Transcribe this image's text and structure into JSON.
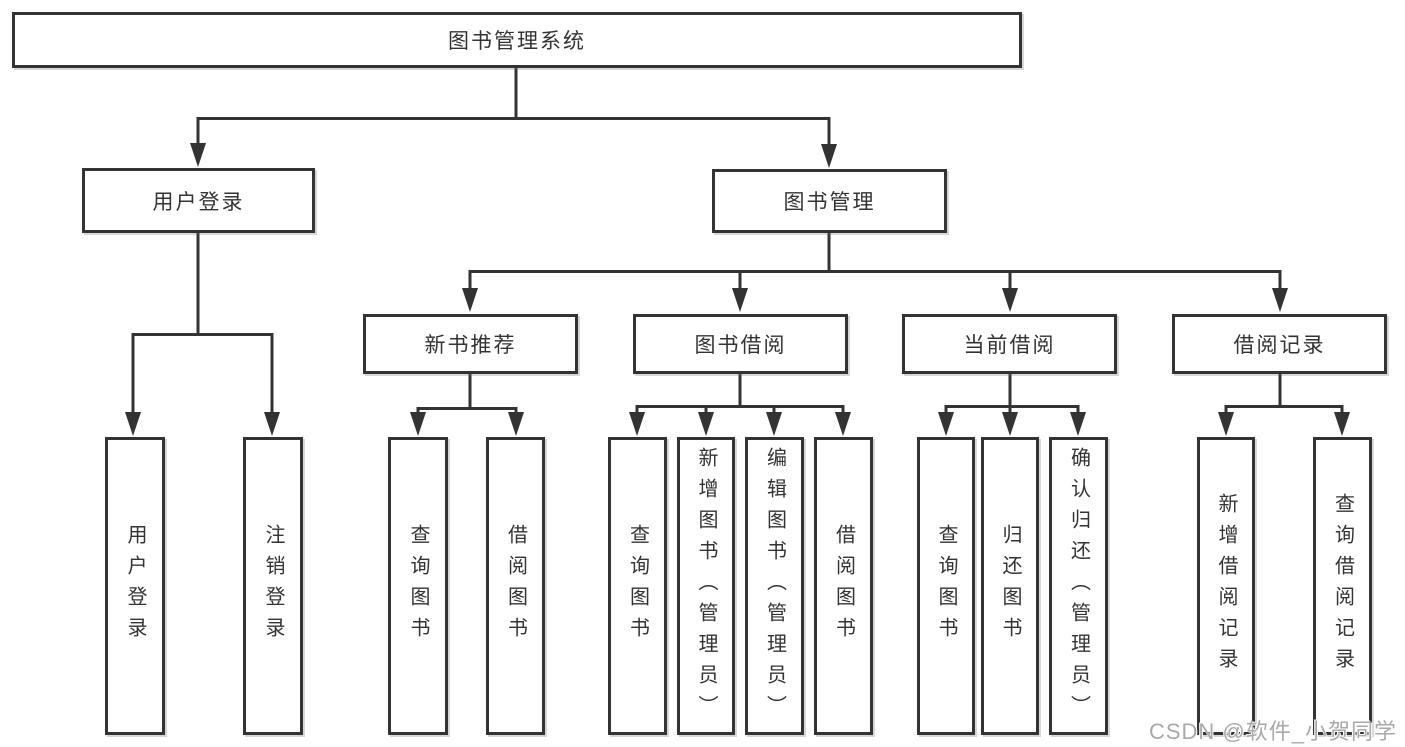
{
  "nodes": {
    "root": "图书管理系统",
    "user_login": "用户登录",
    "book_mgmt": "图书管理",
    "new_book_rec": "新书推荐",
    "book_borrow": "图书借阅",
    "current_borrow": "当前借阅",
    "borrow_record": "借阅记录",
    "leaf_user_login": "用户登录",
    "leaf_logout": "注销登录",
    "leaf_rec_query_book": "查询图书",
    "leaf_rec_borrow_book": "借阅图书",
    "leaf_bb_query_book": "查询图书",
    "leaf_bb_add_book": "新增图书（管理员）",
    "leaf_bb_edit_book": "编辑图书（管理员）",
    "leaf_bb_borrow_book": "借阅图书",
    "leaf_cb_query_book": "查询图书",
    "leaf_cb_return_book": "归还图书",
    "leaf_cb_confirm_return": "确认归还（管理员）",
    "leaf_br_add_record": "新增借阅记录",
    "leaf_br_query_record": "查询借阅记录"
  },
  "watermark": "CSDN @软件_小贺同学",
  "colors": {
    "line": "#333333",
    "text": "#333333",
    "background": "#ffffff",
    "watermark": "#a9a9a9"
  }
}
